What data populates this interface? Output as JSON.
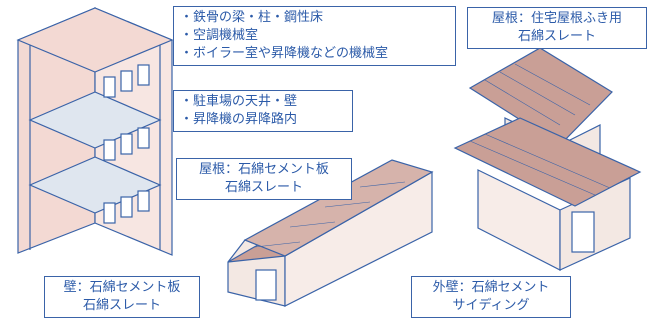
{
  "colors": {
    "outline": "#3a63a8",
    "text": "#2b5aa8",
    "roof_fill": "#c99f96",
    "wall_fill": "#f3e8e3",
    "building_frame": "#f3d9d3",
    "floor_slab": "#dfe6ef",
    "background": "#ffffff"
  },
  "callouts": {
    "steel_building": {
      "lines": [
        "鉄骨の梁・柱・鋼性床",
        "空調機械室",
        "ボイラー室や昇降機などの機械室"
      ]
    },
    "parking": {
      "lines": [
        "駐車場の天井・壁",
        "昇降機の昇降路内"
      ]
    },
    "house_roof": {
      "lines": [
        "屋根：住宅屋根ふき用",
        "石綿スレート"
      ]
    },
    "warehouse_roof": {
      "lines": [
        "屋根：石綿セメント板",
        "石綿スレート"
      ]
    },
    "warehouse_wall": {
      "lines": [
        "壁：石綿セメント板",
        "石綿スレート"
      ]
    },
    "house_wall": {
      "lines": [
        "外壁：石綿セメント",
        "サイディング"
      ]
    }
  }
}
